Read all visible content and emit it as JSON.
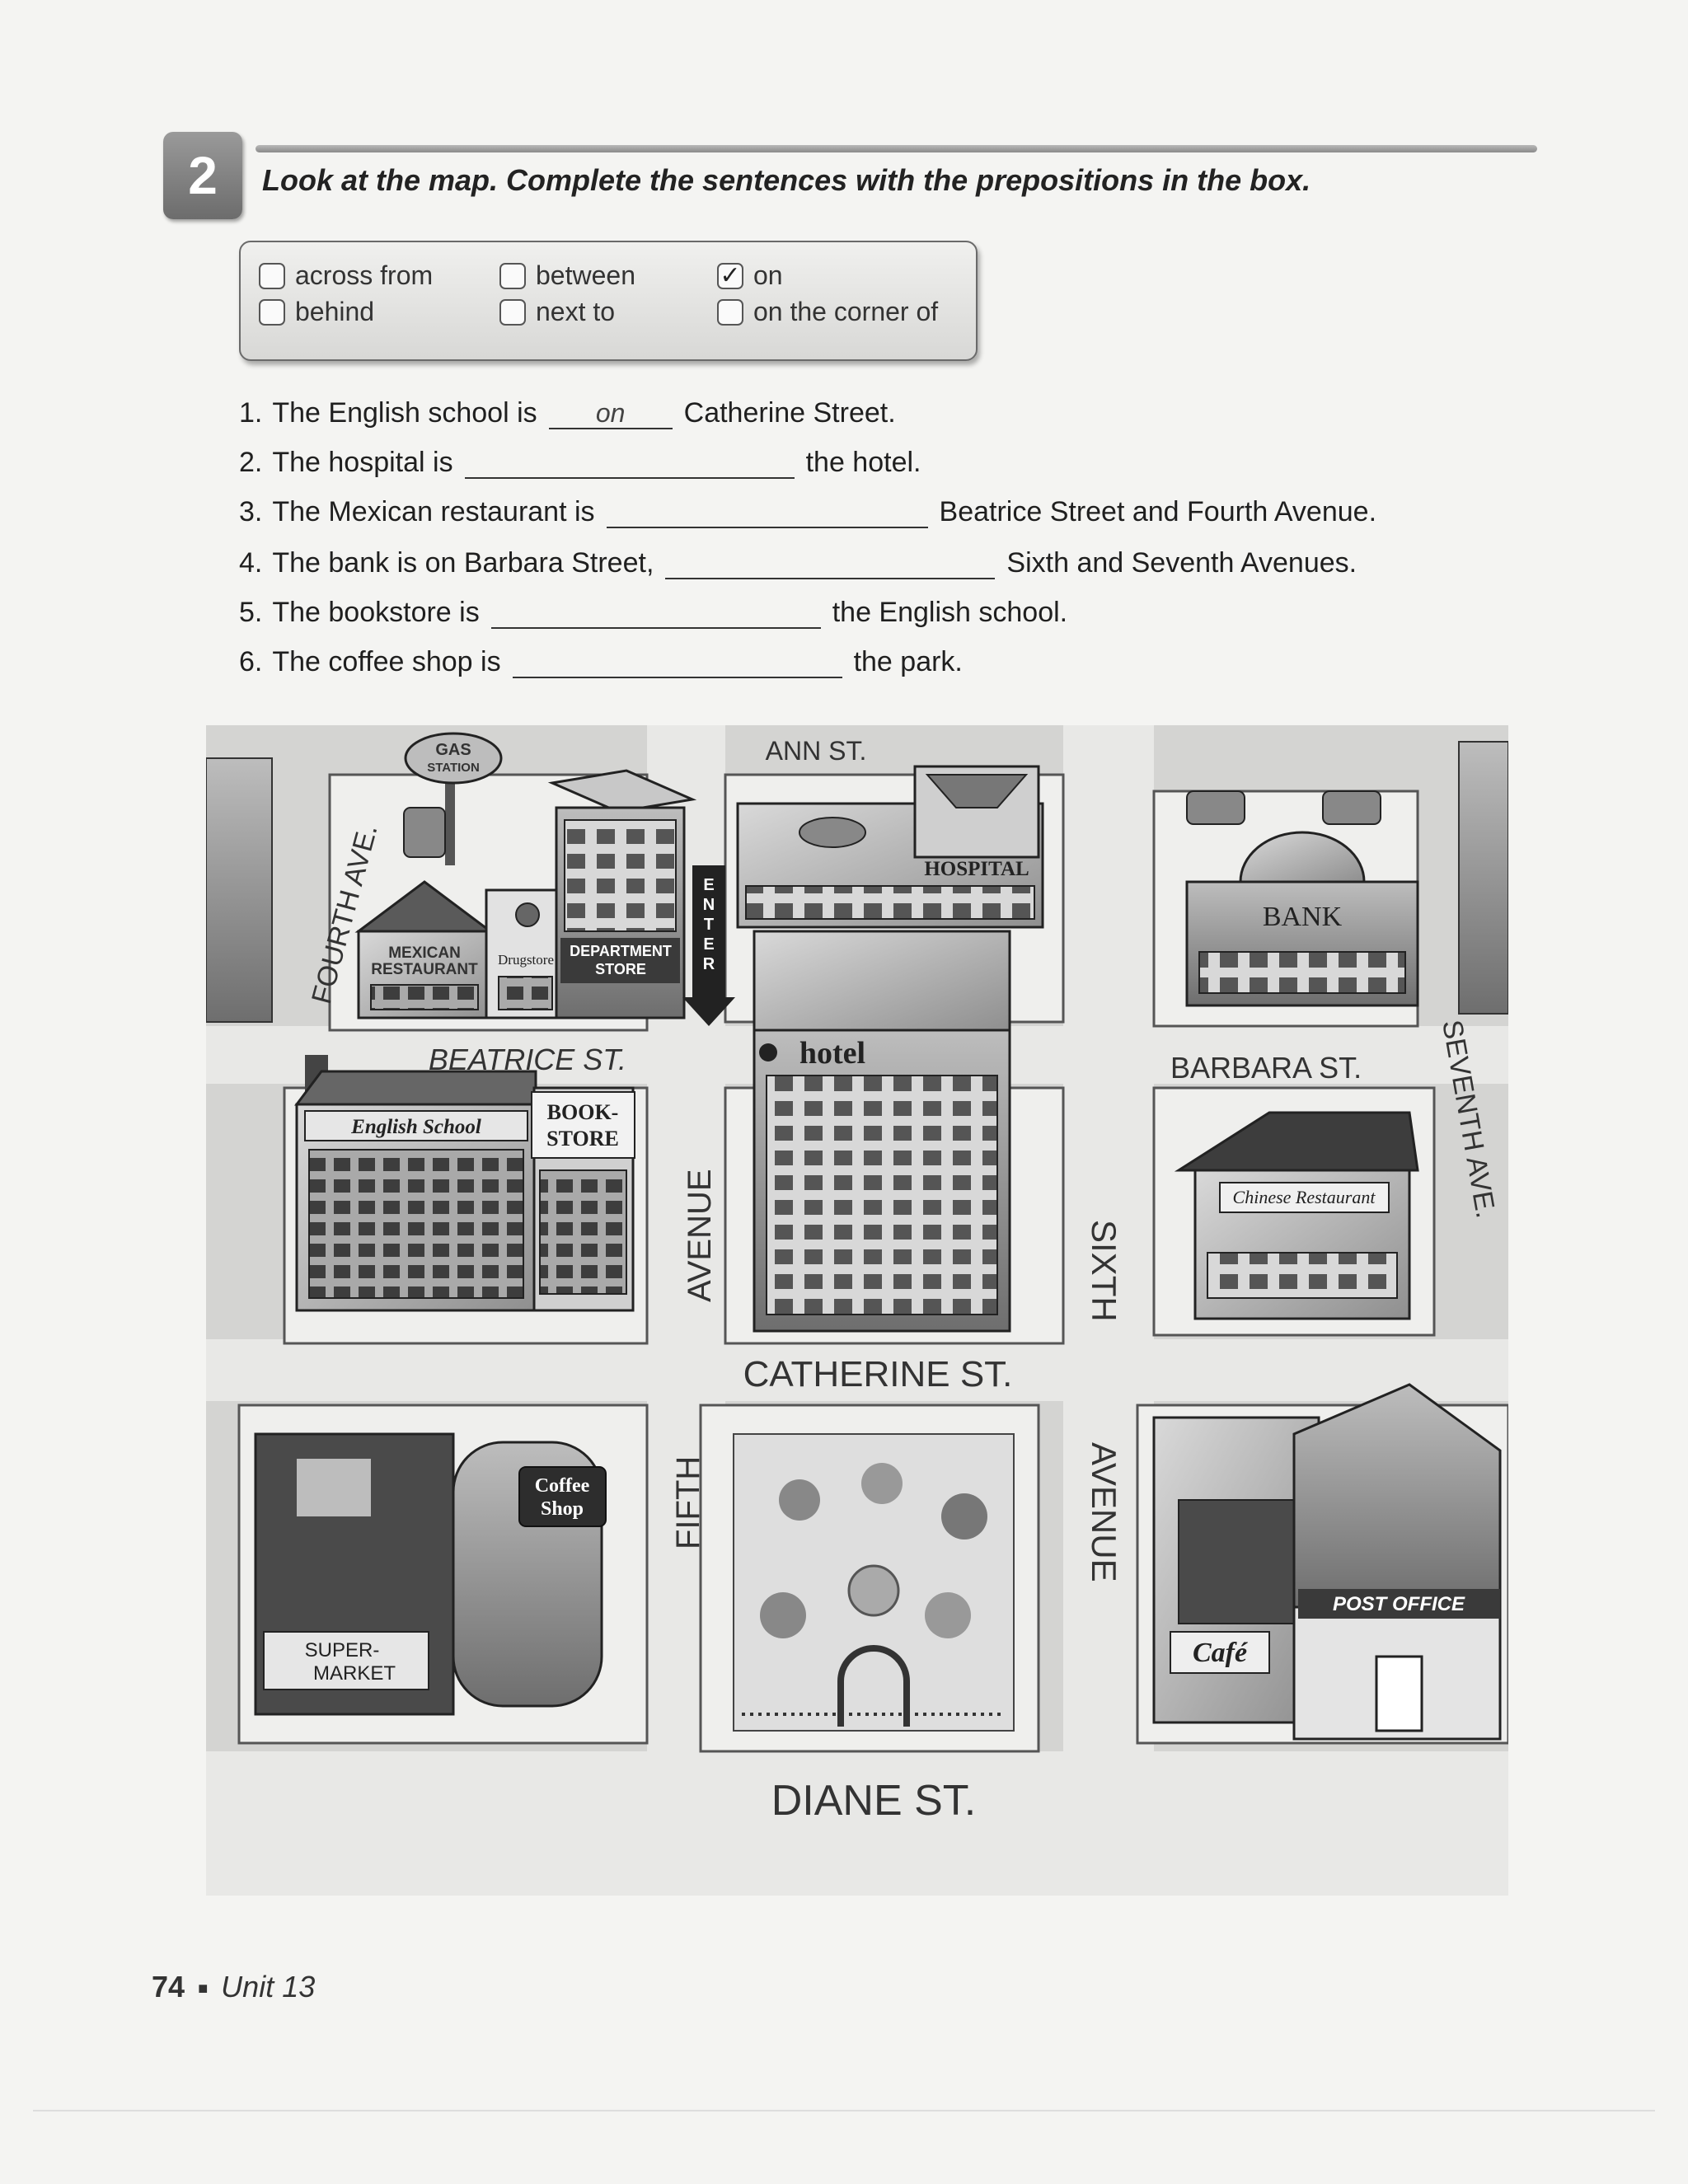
{
  "exercise": {
    "number": "2",
    "instructions": "Look at the map. Complete the sentences with the prepositions in the box."
  },
  "word_box": [
    {
      "label": "across from",
      "checked": false
    },
    {
      "label": "behind",
      "checked": false
    },
    {
      "label": "between",
      "checked": false
    },
    {
      "label": "next to",
      "checked": false
    },
    {
      "label": "on",
      "checked": true
    },
    {
      "label": "on the corner of",
      "checked": false
    }
  ],
  "check_mark": "✓",
  "sentences": [
    {
      "num": "1.",
      "before": "The English school is",
      "answer": "on",
      "after": "Catherine Street."
    },
    {
      "num": "2.",
      "before": "The hospital is",
      "answer": "",
      "after": "the hotel."
    },
    {
      "num": "3.",
      "before": "The Mexican restaurant is",
      "answer": "",
      "after": "Beatrice Street and Fourth Avenue."
    },
    {
      "num": "4.",
      "before": "The bank is on Barbara Street,",
      "answer": "",
      "after": "Sixth and Seventh Avenues."
    },
    {
      "num": "5.",
      "before": "The bookstore is",
      "answer": "",
      "after": "the English school."
    },
    {
      "num": "6.",
      "before": "The coffee shop is",
      "answer": "",
      "after": "the park."
    }
  ],
  "map": {
    "streets": {
      "ann": "ANN ST.",
      "beatrice": "BEATRICE ST.",
      "barbara": "BARBARA ST.",
      "catherine": "CATHERINE ST.",
      "diane": "DIANE ST.",
      "fourth": "FOURTH AVE.",
      "fifth_avenue": "AVENUE",
      "fifth": "FIFTH",
      "sixth": "SIXTH",
      "sixth_avenue": "AVENUE",
      "seventh": "SEVENTH AVE."
    },
    "buildings": {
      "gas_station": [
        "GAS",
        "STATION"
      ],
      "mexican_restaurant": [
        "MEXICAN",
        "RESTAURANT"
      ],
      "drugstore": "Drugstore",
      "department_store": [
        "DEPARTMENT",
        "STORE"
      ],
      "enter": [
        "E",
        "N",
        "T",
        "E",
        "R"
      ],
      "hospital": "HOSPITAL",
      "bank": "BANK",
      "hotel": "hotel",
      "english_school": "English School",
      "bookstore": [
        "BOOK-",
        "STORE"
      ],
      "chinese_restaurant": "Chinese Restaurant",
      "coffee_shop": [
        "Coffee",
        "Shop"
      ],
      "supermarket": [
        "SUPER-",
        "MARKET"
      ],
      "post_office": "POST OFFICE",
      "cafe": "Café"
    }
  },
  "footer": {
    "page": "74",
    "separator": "■",
    "unit": "Unit 13"
  }
}
